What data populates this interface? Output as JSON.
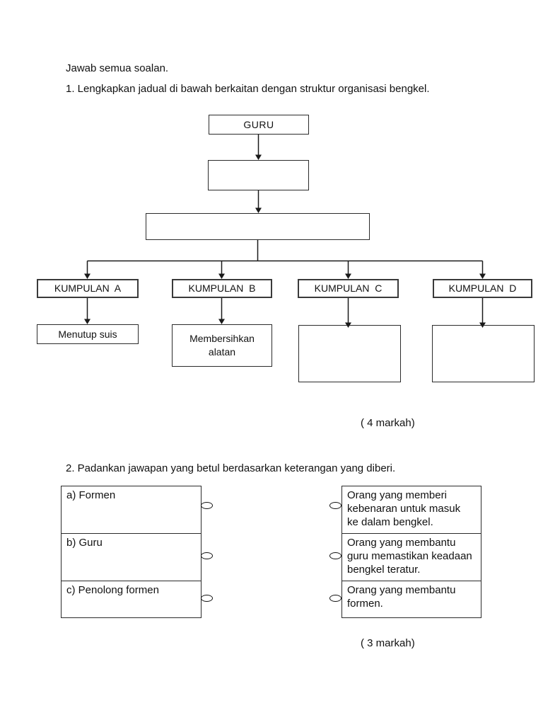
{
  "page": {
    "instruction": "Jawab semua soalan.",
    "q1": {
      "prompt": "1. Lengkapkan jadual di bawah berkaitan dengan struktur organisasi bengkel.",
      "marks": "( 4 markah)"
    },
    "q2": {
      "prompt": "2. Padankan jawapan yang betul berdasarkan keterangan yang diberi.",
      "marks": "( 3 markah)"
    }
  },
  "flowchart": {
    "root": "GURU",
    "level2_blank": "",
    "level3_blank": "",
    "groups": [
      {
        "label": "KUMPULAN  A",
        "task": "Menutup suis"
      },
      {
        "label": "KUMPULAN  B",
        "task": [
          "Membersihkan",
          "alatan"
        ]
      },
      {
        "label": "KUMPULAN  C",
        "task": ""
      },
      {
        "label": "KUMPULAN  D",
        "task": ""
      }
    ]
  },
  "matching": {
    "left_items": [
      "a) Formen",
      "b) Guru",
      "c) Penolong formen"
    ],
    "right_items": [
      [
        "Orang yang memberi",
        "kebenaran untuk masuk",
        "ke dalam bengkel."
      ],
      [
        "Orang yang membantu",
        "guru memastikan keadaan",
        "bengkel teratur."
      ],
      [
        "Orang yang membantu",
        "formen."
      ]
    ]
  },
  "colors": {
    "ink": "#1a1a1a",
    "page_bg": "#ffffff"
  }
}
